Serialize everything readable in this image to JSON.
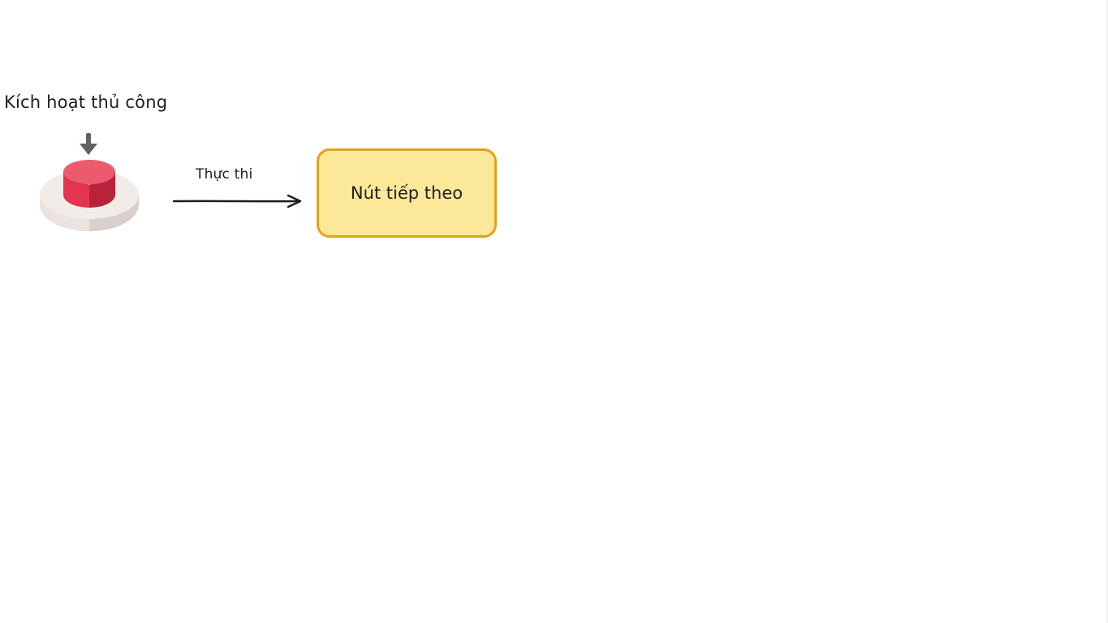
{
  "diagram": {
    "trigger": {
      "label": "Kích hoạt thủ công",
      "icon": "push-button-icon",
      "press_indicator_icon": "arrow-down-icon"
    },
    "edge": {
      "label": "Thực thi",
      "icon": "arrow-right-icon"
    },
    "next_node": {
      "label": "Nút tiếp theo"
    }
  },
  "colors": {
    "node_fill": "#fce899",
    "node_border": "#e3a21a",
    "button_red": "#e5344f",
    "button_red_dark": "#b8233b",
    "base_light": "#f2ece9",
    "base_shadow": "#d9cfcb",
    "arrow_gray": "#5f6368",
    "ink": "#1e1e1e"
  }
}
